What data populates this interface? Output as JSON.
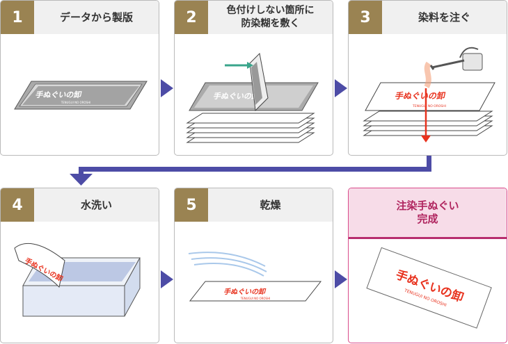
{
  "steps": [
    {
      "num": "1",
      "title": "データから製版"
    },
    {
      "num": "2",
      "title": "色付けしない箇所に\n防染糊を敷く"
    },
    {
      "num": "3",
      "title": "染料を注ぐ"
    },
    {
      "num": "4",
      "title": "水洗い"
    },
    {
      "num": "5",
      "title": "乾燥"
    },
    {
      "num": "",
      "title": "注染手ぬぐい\n完成"
    }
  ],
  "towel_text": "手ぬぐいの卸",
  "towel_subtext": "TENUGUI NO OROSHI",
  "colors": {
    "number_bg": "#9a8352",
    "header_bg": "#f0f0f0",
    "arrow": "#4d4ca6",
    "final_header_bg": "#f7dce8",
    "final_title": "#b0255f",
    "red_print": "#e8321e",
    "teal_arrow": "#3aa58b"
  }
}
